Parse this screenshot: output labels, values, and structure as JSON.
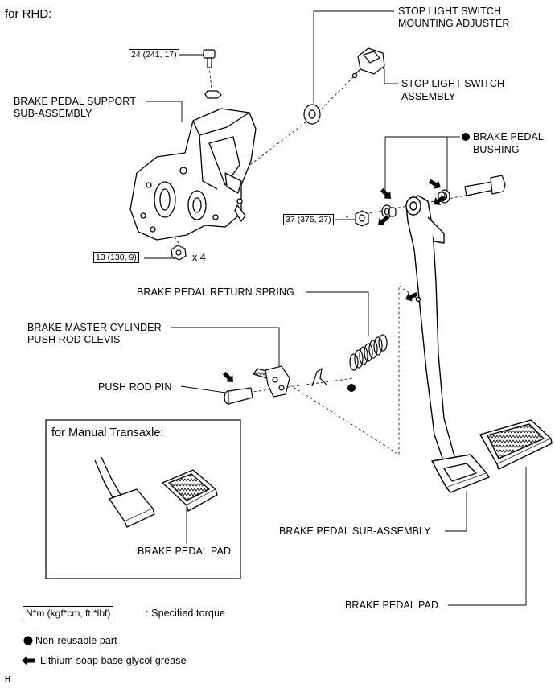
{
  "header": {
    "title": "for RHD:"
  },
  "callouts": {
    "stop_light_switch_adjuster": [
      "STOP LIGHT SWITCH",
      "MOUNTING ADJUSTER"
    ],
    "stop_light_switch_assembly": [
      "STOP LIGHT SWITCH",
      "ASSEMBLY"
    ],
    "brake_pedal_support": [
      "BRAKE PEDAL SUPPORT",
      "SUB-ASSEMBLY"
    ],
    "brake_pedal_bushing": [
      "BRAKE PEDAL",
      "BUSHING"
    ],
    "return_spring": "BRAKE PEDAL RETURN SPRING",
    "push_rod_clevis": [
      "BRAKE MASTER CYLINDER",
      "PUSH ROD CLEVIS"
    ],
    "push_rod_pin": "PUSH ROD PIN",
    "pedal_sub_assembly": "BRAKE PEDAL SUB-ASSEMBLY",
    "pedal_pad_main": "BRAKE PEDAL PAD",
    "quantity": "x 4"
  },
  "torques": {
    "top_bolt": "24 (241, 17)",
    "pivot_nut": "37 (375, 27)",
    "support_nut": "13 (130, 9)"
  },
  "inset": {
    "title": "for Manual Transaxle:",
    "pad_label": "BRAKE PEDAL PAD"
  },
  "legend": {
    "torque_box": "N*m (kgf*cm, ft.*lbf)",
    "torque_text": ": Specified torque",
    "non_reusable": "Non-reusable part",
    "grease": "Lithium soap base glycol grease"
  },
  "footer_code": "H"
}
